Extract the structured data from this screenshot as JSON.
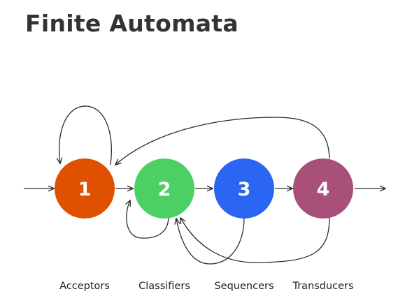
{
  "title": "Finite Automata",
  "nodes": [
    {
      "number": "1",
      "label": "Acceptors",
      "color": "#DF5000"
    },
    {
      "number": "2",
      "label": "Classifiers",
      "color": "#4CCF63"
    },
    {
      "number": "3",
      "label": "Sequencers",
      "color": "#2B66F2"
    },
    {
      "number": "4",
      "label": "Transducers",
      "color": "#A84F7A"
    }
  ]
}
